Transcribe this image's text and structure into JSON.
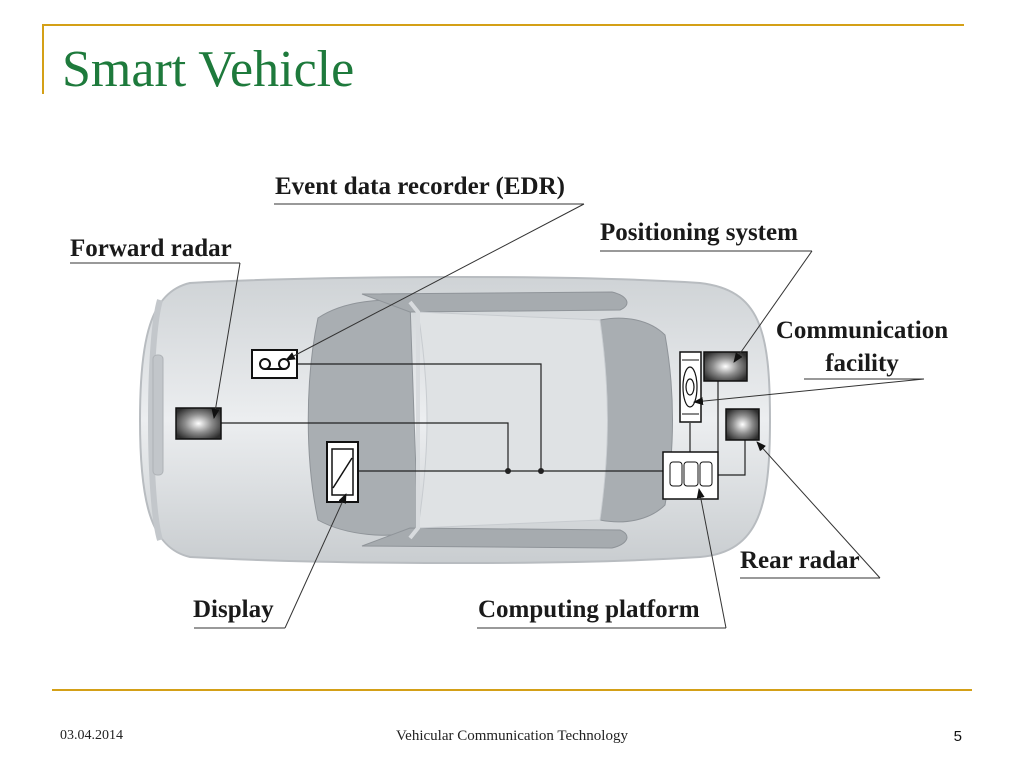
{
  "slide": {
    "title": "Smart Vehicle"
  },
  "diagram": {
    "labels": {
      "edr": "Event data recorder (EDR)",
      "positioning": "Positioning system",
      "forward_radar": "Forward radar",
      "communication_line1": "Communication",
      "communication_line2": "facility",
      "rear_radar": "Rear radar",
      "display": "Display",
      "computing": "Computing platform"
    }
  },
  "footer": {
    "date": "03.04.2014",
    "center": "Vehicular Communication Technology",
    "page": "5"
  },
  "colors": {
    "accent_rule": "#d4a017",
    "title": "#1e7a3c"
  }
}
